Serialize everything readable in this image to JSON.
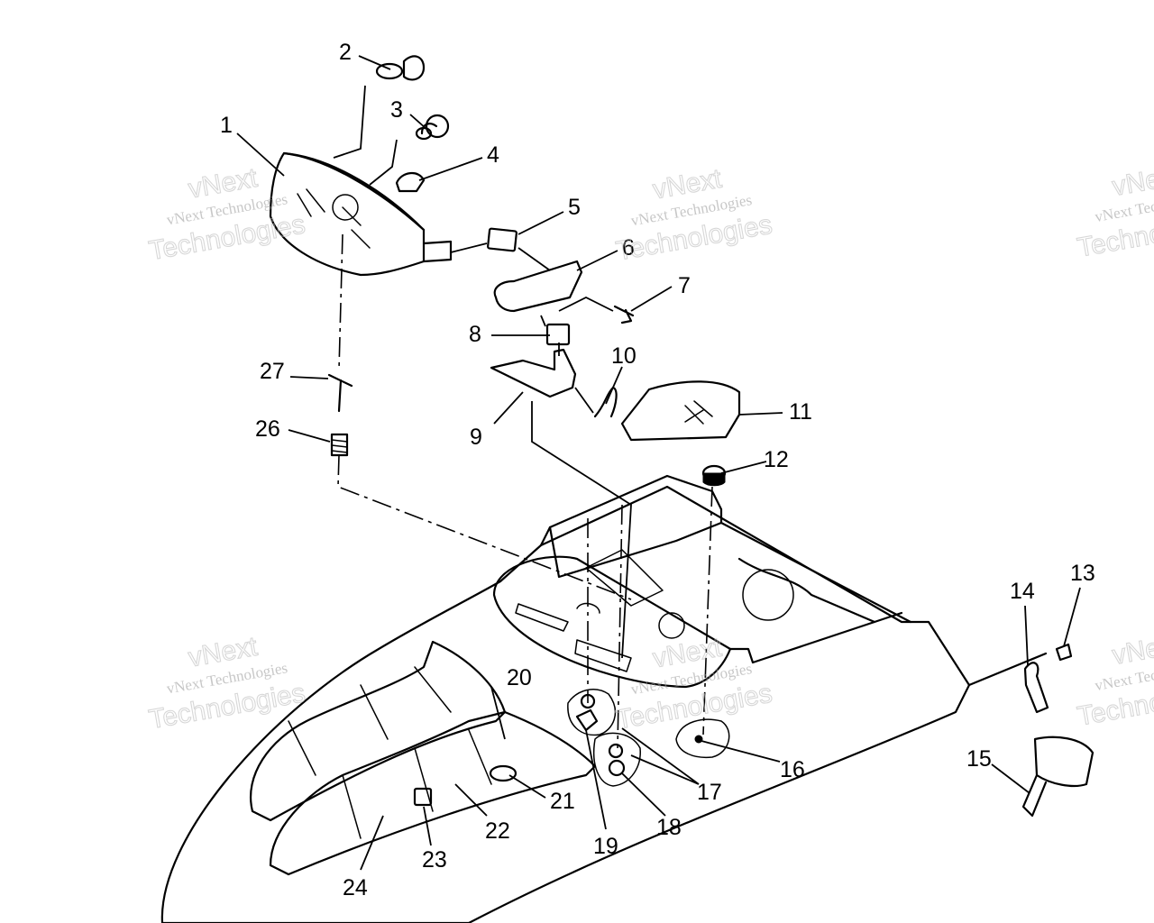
{
  "watermark": {
    "brand": "vNext",
    "line_small": "vNext Technologies",
    "line_large": "Technologies"
  },
  "callouts": [
    "1",
    "2",
    "3",
    "4",
    "5",
    "6",
    "7",
    "8",
    "9",
    "10",
    "11",
    "12",
    "13",
    "14",
    "15",
    "16",
    "17",
    "18",
    "19",
    "20",
    "21",
    "22",
    "23",
    "24",
    "26",
    "27"
  ]
}
